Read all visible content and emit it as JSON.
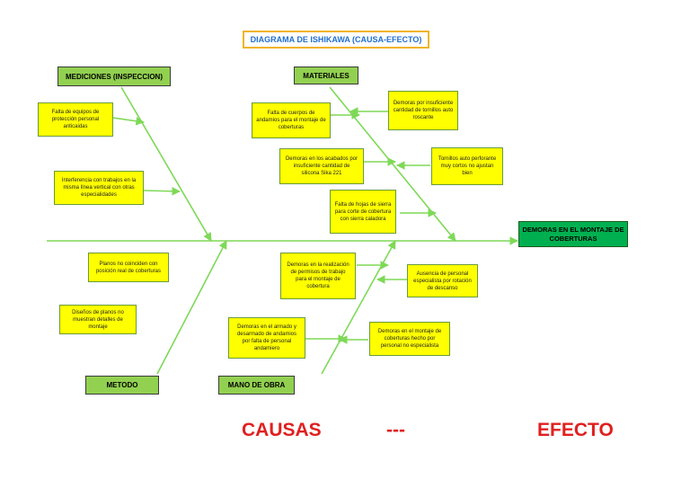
{
  "title": "DIAGRAMA DE ISHIKAWA (CAUSA-EFECTO)",
  "effect": "DEMORAS EN EL MONTAJE DE COBERTURAS",
  "categories": {
    "mediciones": "MEDICIONES (INSPECCION)",
    "materiales": "MATERIALES",
    "metodo": "METODO",
    "mano_de_obra": "MANO DE OBRA"
  },
  "causes": {
    "mediciones": [
      "Falta de equipos de protección personal anticaidas",
      "Interferencia con trabajos en la misma línea vertical con otras especialidades"
    ],
    "materiales": [
      "Falta de cuerpos de andamios para el montaje de coberturas",
      "Demoras por insuficiente cantidad de tornillos auto roscante",
      "Demoras en los acabados por insuficiente cantidad de silicona Sika 221",
      "Tornillos auto perforante muy cortos no ajustan bien",
      "Falta de hojas de sierra para corte de cobertura con sierra caladora"
    ],
    "metodo": [
      "Planos no coinciden con posición real de coberturas",
      "Diseños de planos no muestran detalles de montaje"
    ],
    "mano_de_obra": [
      "Demoras en la realización de permisos de trabajo para el montaje de cobertura",
      "Ausencia de personal especialista por rotación de descanso",
      "Demoras en el armado y desarmado de andamios por falta de personal andamiero",
      "Demoras en el montaje de coberturas hecho por personal no especialista"
    ]
  },
  "footer": {
    "causas": "CAUSAS",
    "separator": "---",
    "efecto": "EFECTO"
  },
  "colors": {
    "category_fill": "#92d050",
    "cause_fill": "#ffff00",
    "effect_fill": "#00b050",
    "arrow": "#7ed957",
    "title_border": "#f0b429",
    "title_text": "#1f6fd1",
    "footer_text": "#e02020"
  }
}
